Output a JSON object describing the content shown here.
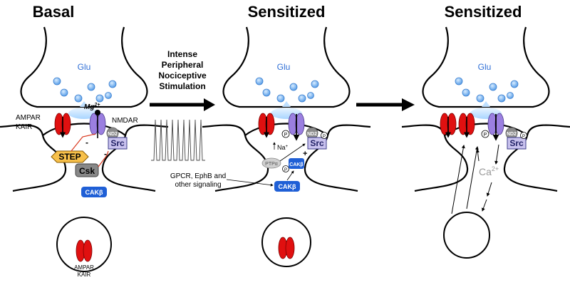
{
  "panels": {
    "basal_title": "Basal",
    "sensitized_title_1": "Sensitized",
    "sensitized_title_2": "Sensitized"
  },
  "labels": {
    "glu": "Glu",
    "ampar": "AMPAR",
    "kair": "KAIR",
    "mg_base": "Mg",
    "mg_sup": "2+",
    "nmdar": "NMDAR",
    "nd2": "ND2",
    "src": "Src",
    "step": "STEP",
    "csk": "Csk",
    "cakb": "CAKβ",
    "minus": "-",
    "plus": "+",
    "na": "Na",
    "na_sup": "+",
    "ptpa": "PTPα",
    "p": "P",
    "ca_base": "Ca",
    "ca_sup": "2+",
    "gpcr_line1": "GPCR, EphB and",
    "gpcr_line2": "other signaling",
    "vesicle_ampar": "AMPAR",
    "vesicle_kair": "KAIR"
  },
  "arrow_text": [
    "Intense",
    "Peripheral",
    "Nociceptive",
    "Stimulation"
  ],
  "colors": {
    "ampar_red": "#e01010",
    "nmdar_purple": "#9b7fe0",
    "glu_blue": "#6fb0f0",
    "step_orange": "#f7c04a",
    "cakb_blue": "#1f5fd6",
    "src_lavender": "#c9c2ee",
    "nd2_gray": "#8a8a8a",
    "csk_gray": "#888888"
  }
}
